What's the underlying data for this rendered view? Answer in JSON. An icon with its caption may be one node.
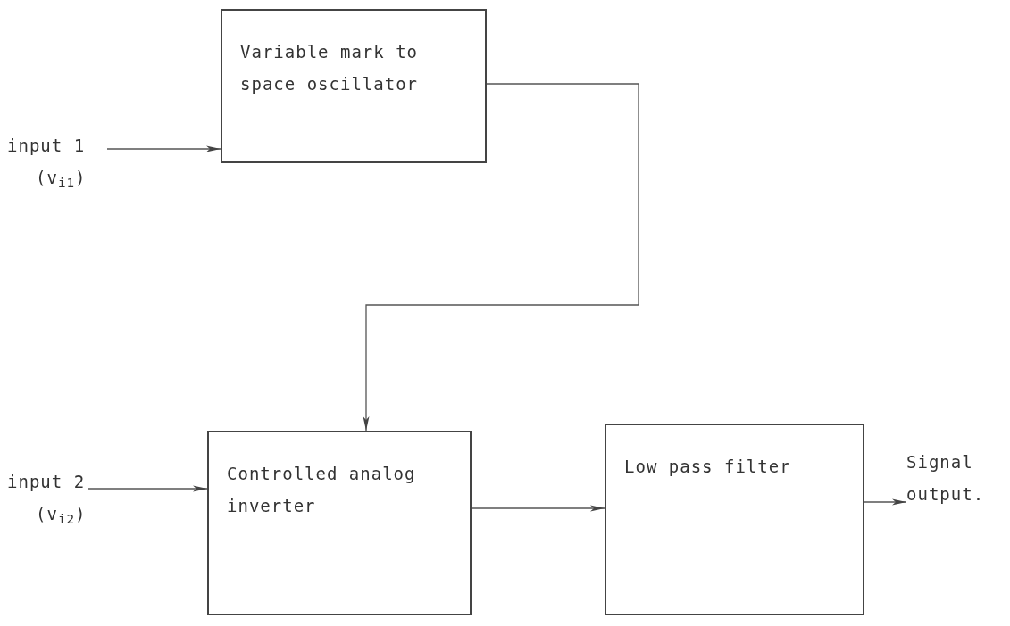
{
  "diagram": {
    "nodes": [
      {
        "text": [
          "input 1",
          "(v$_{i1}$)"
        ]
      },
      {
        "text": [
          "Variable mark to space oscillator"
        ]
      },
      {
        "text": [
          "input 2",
          "(v$_{i2}$)"
        ]
      },
      {
        "text": [
          "Controlled analog inverter"
        ]
      },
      {
        "text": [
          "Low pass filter"
        ]
      },
      {
        "text": [
          "Signal output."
        ]
      }
    ],
    "edges": [
      {
        "from": 0,
        "to": 1,
        "arrow": "to"
      },
      {
        "from": 1,
        "to": 3,
        "arrow": "to"
      },
      {
        "from": 2,
        "to": 3,
        "arrow": "to"
      },
      {
        "from": 3,
        "to": 4,
        "arrow": "to"
      },
      {
        "from": 4,
        "to": 5,
        "arrow": "to"
      }
    ]
  }
}
